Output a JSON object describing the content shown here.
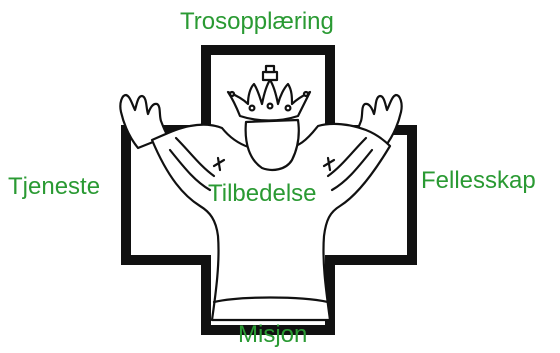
{
  "labels": {
    "top": "Trosopplæring",
    "left": "Tjeneste",
    "right": "Fellesskap",
    "center": "Tilbedelse",
    "bottom": "Misjon"
  },
  "colors": {
    "label_text": "#2a9a33",
    "ink": "#111111",
    "background": "#ffffff"
  },
  "icons": {
    "cross": "cross-outline-icon",
    "figure": "christ-figure-icon",
    "crown": "crown-icon"
  }
}
